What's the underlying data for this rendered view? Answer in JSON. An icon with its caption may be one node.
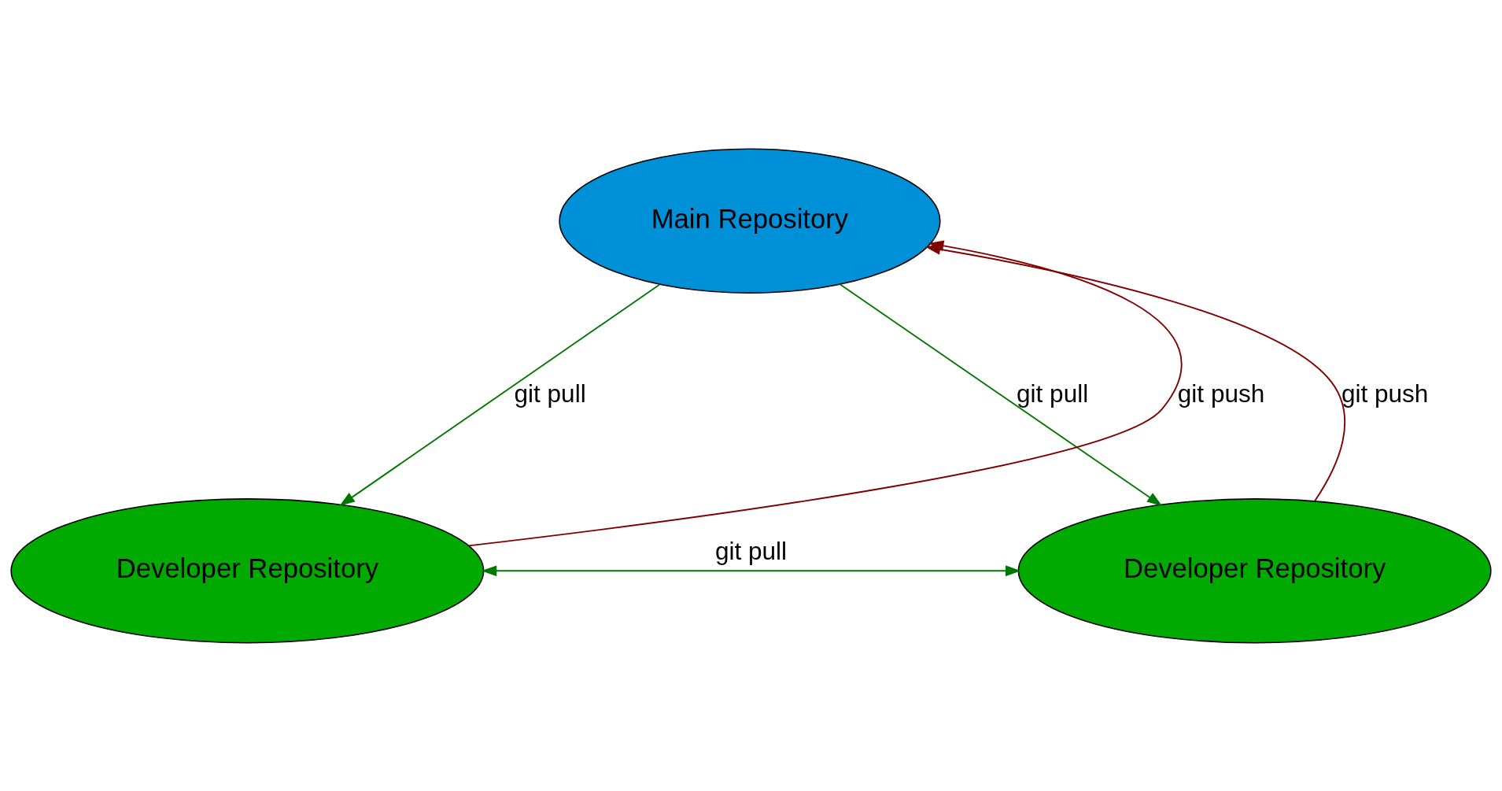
{
  "diagram": {
    "nodes": [
      {
        "text": [
          "Main Repository"
        ]
      },
      {
        "text": [
          "Developer Repository"
        ]
      },
      {
        "text": [
          "Developer Repository"
        ]
      }
    ],
    "edges": [
      {
        "from": 1,
        "to": 0,
        "arrow": "to",
        "label": "git push",
        "color": "#800000"
      },
      {
        "from": 0,
        "to": 1,
        "arrow": "to",
        "label": "git pull"
      },
      {
        "from": 0,
        "to": 2,
        "arrow": "to",
        "label": "git pull"
      },
      {
        "from": 2,
        "to": 0,
        "arrow": "to",
        "label": "git push",
        "color": "#800000"
      },
      {
        "from": 1,
        "to": 2,
        "arrow": "both",
        "label": "git pull"
      }
    ]
  }
}
